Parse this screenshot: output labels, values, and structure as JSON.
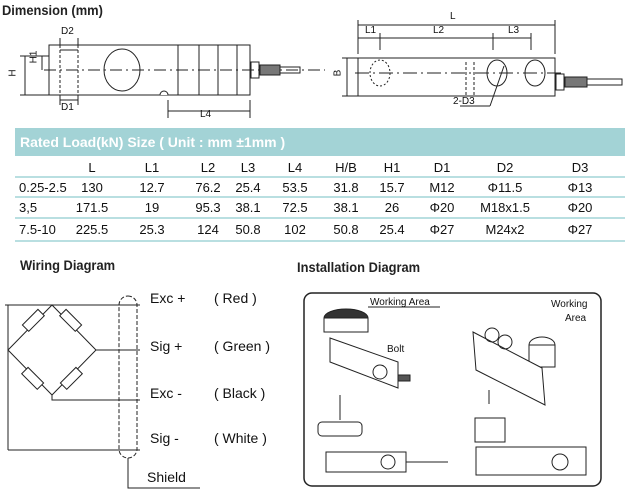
{
  "dimension": {
    "title": "Dimension (mm)",
    "side_labels": {
      "d2": "D2",
      "h1": "H1",
      "h": "H",
      "d1": "D1",
      "l4": "L4"
    },
    "top_labels": {
      "l": "L",
      "l1": "L1",
      "l2": "L2",
      "l3": "L3",
      "b": "B",
      "d3": "2-D3"
    }
  },
  "table": {
    "title": "Rated Load(kN)  Size ( Unit : mm ±1mm )",
    "columns": [
      "L",
      "L1",
      "L2",
      "L3",
      "L4",
      "H/B",
      "H1",
      "D1",
      "D2",
      "D3"
    ],
    "rows": [
      {
        "load": "0.25-2.5",
        "values": [
          "130",
          "12.7",
          "76.2",
          "25.4",
          "53.5",
          "31.8",
          "15.7",
          "M12",
          "Φ11.5",
          "Φ13"
        ]
      },
      {
        "load": "3,5",
        "values": [
          "171.5",
          "19",
          "95.3",
          "38.1",
          "72.5",
          "38.1",
          "26",
          "Φ20",
          "M18x1.5",
          "Φ20"
        ]
      },
      {
        "load": "7.5-10",
        "values": [
          "225.5",
          "25.3",
          "124",
          "50.8",
          "102",
          "50.8",
          "25.4",
          "Φ27",
          "M24x2",
          "Φ27"
        ]
      }
    ],
    "band_color": "#a3d3d6"
  },
  "wiring": {
    "title": "Wiring Diagram",
    "wires": [
      {
        "name": "Exc +",
        "color": "( Red )"
      },
      {
        "name": "Sig +",
        "color": "( Green )"
      },
      {
        "name": "Exc -",
        "color": "( Black )"
      },
      {
        "name": "Sig -",
        "color": "( White )"
      }
    ],
    "shield": "Shield"
  },
  "installation": {
    "title": "Installation Diagram",
    "working_area_1": "Working Area",
    "bolt": "Bolt",
    "working_area_2a": "Working",
    "working_area_2b": "Area"
  }
}
